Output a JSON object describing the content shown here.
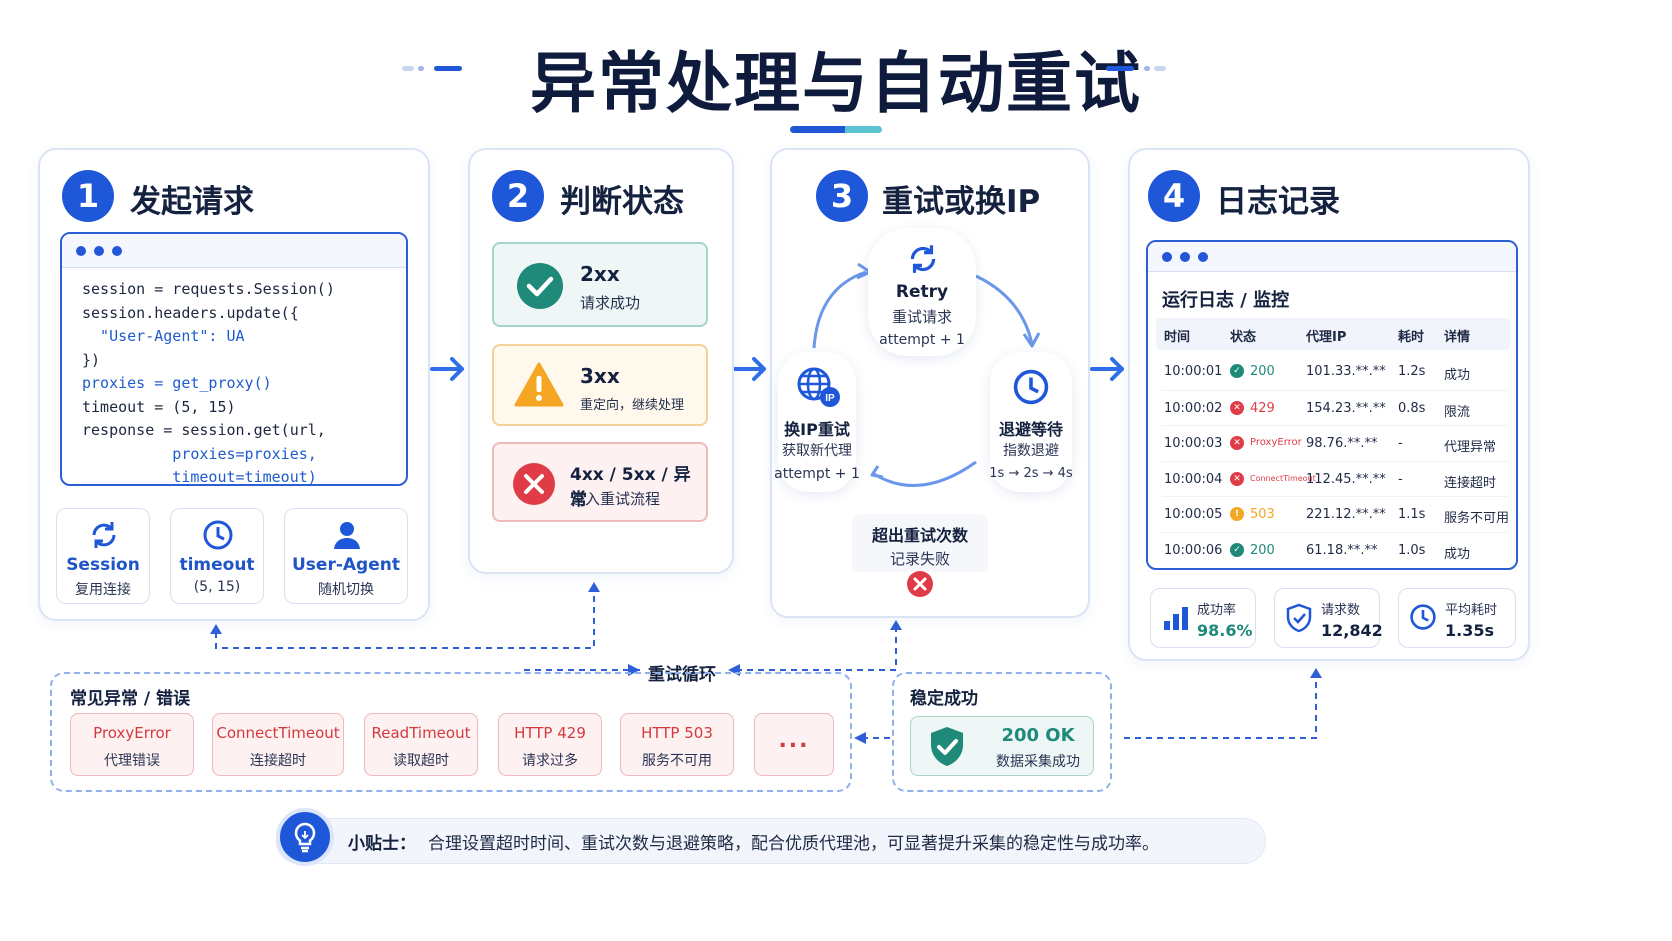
{
  "title": "异常处理与自动重试",
  "steps": [
    {
      "num": "1",
      "title": "发起请求"
    },
    {
      "num": "2",
      "title": "判断状态"
    },
    {
      "num": "3",
      "title": "重试或换IP"
    },
    {
      "num": "4",
      "title": "日志记录"
    }
  ],
  "code": {
    "lines": [
      "session = requests.Session()",
      "session.headers.update({",
      "  \"User-Agent\": UA",
      "})",
      "proxies = get_proxy()",
      "timeout = (5, 15)",
      "response = session.get(url,",
      "          proxies=proxies,",
      "          timeout=timeout)"
    ]
  },
  "features": [
    {
      "name": "Session",
      "desc": "复用连接",
      "icon": "refresh-icon"
    },
    {
      "name": "timeout",
      "desc": "(5, 15)",
      "icon": "clock-icon"
    },
    {
      "name": "User-Agent",
      "desc": "随机切换",
      "icon": "user-icon"
    }
  ],
  "status": [
    {
      "code": "2xx",
      "desc": "请求成功",
      "icon": "check-circle-icon"
    },
    {
      "code": "3xx",
      "desc": "重定向，继续处理",
      "icon": "warning-icon"
    },
    {
      "code": "4xx / 5xx / 异常",
      "desc": "进入重试流程",
      "icon": "x-circle-icon"
    }
  ],
  "retry": {
    "top": {
      "title": "Retry",
      "sub": "重试请求",
      "note": "attempt + 1"
    },
    "left": {
      "title": "换IP重试",
      "sub": "获取新代理",
      "note": "attempt + 1"
    },
    "right": {
      "title": "退避等待",
      "sub": "指数退避",
      "note": "1s → 2s → 4s"
    },
    "fail": {
      "line1": "超出重试次数",
      "line2": "记录失败"
    }
  },
  "log": {
    "title": "运行日志 / 监控",
    "headers": [
      "时间",
      "状态",
      "代理IP",
      "耗时",
      "详情"
    ],
    "rows": [
      {
        "time": "10:00:01",
        "status": "200",
        "ip": "101.33.**.**",
        "cost": "1.2s",
        "detail": "成功",
        "kind": "ok"
      },
      {
        "time": "10:00:02",
        "status": "429",
        "ip": "154.23.**.**",
        "cost": "0.8s",
        "detail": "限流",
        "kind": "err"
      },
      {
        "time": "10:00:03",
        "status": "ProxyError",
        "ip": "98.76.**.**",
        "cost": "-",
        "detail": "代理异常",
        "kind": "err"
      },
      {
        "time": "10:00:04",
        "status": "ConnectTimeout",
        "ip": "112.45.**.**",
        "cost": "-",
        "detail": "连接超时",
        "kind": "err"
      },
      {
        "time": "10:00:05",
        "status": "503",
        "ip": "221.12.**.**",
        "cost": "1.1s",
        "detail": "服务不可用",
        "kind": "warn"
      },
      {
        "time": "10:00:06",
        "status": "200",
        "ip": "61.18.**.**",
        "cost": "1.0s",
        "detail": "成功",
        "kind": "ok"
      }
    ]
  },
  "stats": [
    {
      "label": "成功率",
      "value": "98.6%",
      "icon": "bar-chart-icon"
    },
    {
      "label": "请求数",
      "value": "12,842",
      "icon": "shield-icon"
    },
    {
      "label": "平均耗时",
      "value": "1.35s",
      "icon": "clock-icon"
    }
  ],
  "retry_loop": "重试循环",
  "errors": {
    "title": "常见异常 / 错误",
    "items": [
      {
        "name": "ProxyError",
        "desc": "代理错误"
      },
      {
        "name": "ConnectTimeout",
        "desc": "连接超时"
      },
      {
        "name": "ReadTimeout",
        "desc": "读取超时"
      },
      {
        "name": "HTTP 429",
        "desc": "请求过多"
      },
      {
        "name": "HTTP 503",
        "desc": "服务不可用"
      }
    ],
    "more": "..."
  },
  "stable": {
    "title": "稳定成功",
    "code": "200 OK",
    "desc": "数据采集成功"
  },
  "tip": {
    "label": "小贴士：",
    "text": "合理设置超时时间、重试次数与退避策略，配合优质代理池，可显著提升采集的稳定性与成功率。"
  },
  "colors": {
    "primary": "#1f57d9",
    "success": "#1f8a7a",
    "warn": "#f5a623",
    "error": "#e03c48"
  }
}
